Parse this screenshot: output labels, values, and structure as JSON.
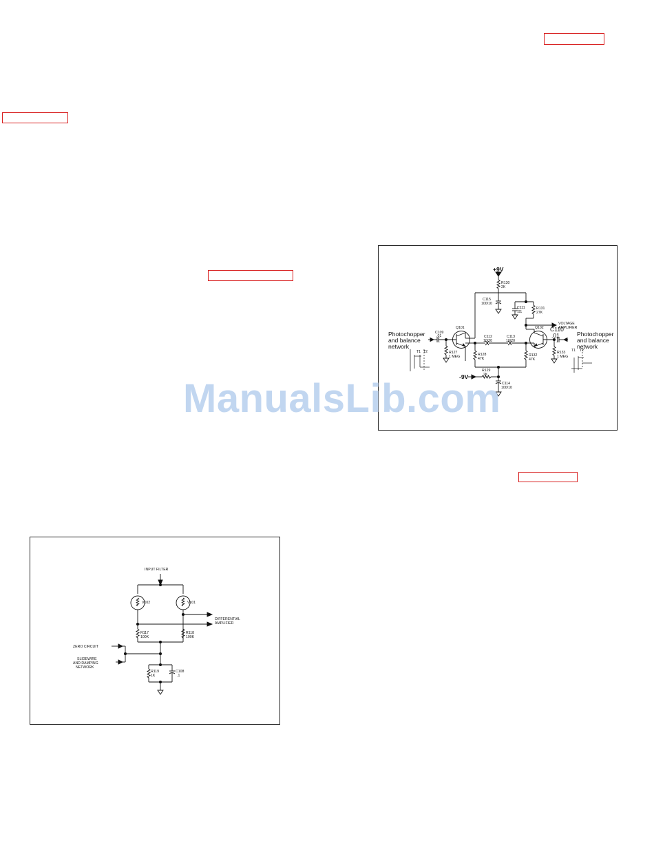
{
  "watermark": "ManualsLib.com",
  "figure1": {
    "photochopper_left": [
      "Photochopper",
      "and balance",
      "network"
    ],
    "photochopper_right": [
      "Photochopper",
      "and balance",
      "network"
    ],
    "supply_pos": "+9V",
    "supply_neg": "-9V",
    "output_label": [
      "VOLTAGE",
      "AMPLIFIER"
    ],
    "components": {
      "r130": [
        "R130",
        "2K"
      ],
      "c115": [
        "C115",
        "100/10"
      ],
      "c111": [
        "C111",
        ".01"
      ],
      "r131": [
        "R131",
        "27K"
      ],
      "q101": "Q101",
      "q102": "Q102",
      "c109": [
        "C109",
        ".01"
      ],
      "c110": [
        "C110",
        ".01"
      ],
      "r127": [
        "R127",
        "1 MEG"
      ],
      "c112": [
        "C112",
        "10/20"
      ],
      "c113": [
        "C113",
        "10/20"
      ],
      "r128": [
        "R128",
        "47K"
      ],
      "r132": [
        "R132",
        "47K"
      ],
      "r133": [
        "R133",
        "1 MEG"
      ],
      "r129": [
        "R129",
        "2K"
      ],
      "c114": [
        "C114",
        "100/10"
      ]
    },
    "terminals": [
      "T1",
      "T2"
    ]
  },
  "figure2": {
    "input_label": "INPUT FILTER",
    "output_label": [
      "DIFFERENTIAL",
      "AMPLIFIER"
    ],
    "zero_label": "ZERO CIRCUIT",
    "slidewire_label": [
      "SLIDEWIRE",
      "AND DAMPING",
      "NETWORK"
    ],
    "components": {
      "v102": "V102",
      "v101": "V101",
      "r117": [
        "R117",
        "100K"
      ],
      "r118": [
        "R118",
        "100K"
      ],
      "r119": [
        "R119",
        "1K"
      ],
      "c108": [
        "C108",
        ".1"
      ]
    }
  }
}
